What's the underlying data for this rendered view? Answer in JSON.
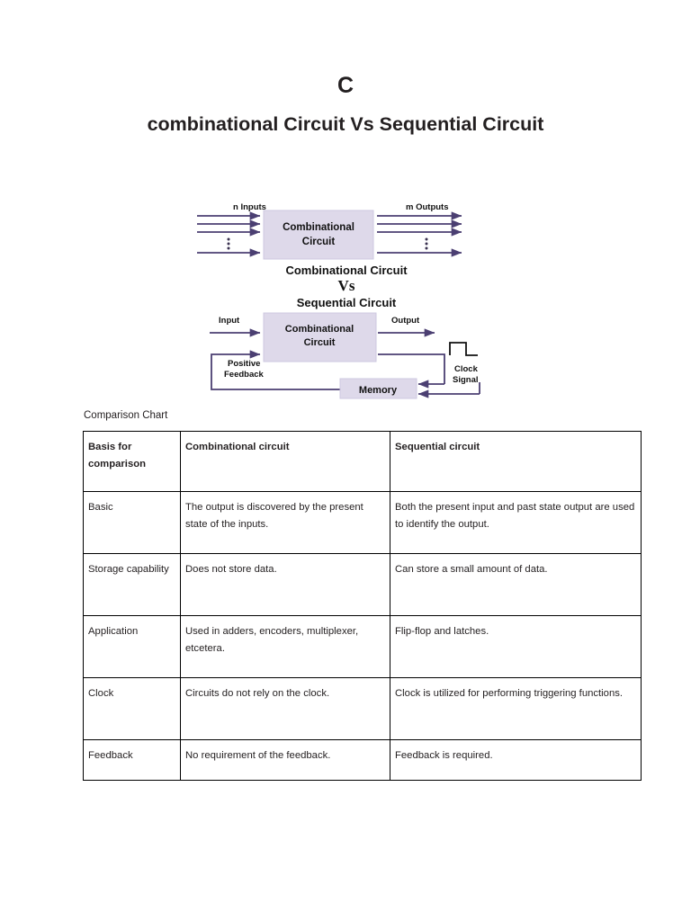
{
  "document": {
    "title_letter": "C",
    "title_main": "combinational Circuit Vs Sequential Circuit",
    "comparison_label": "Comparison Chart"
  },
  "figure": {
    "top_diagram": {
      "input_label": "n Inputs",
      "output_label": "m Outputs",
      "box_line1": "Combinational",
      "box_line2": "Circuit",
      "input_arrows": 4,
      "output_arrows": 4,
      "ellipsis": "vertical-dots"
    },
    "middle_caption": {
      "line1": "Combinational Circuit",
      "line2": "Vs",
      "line3": "Sequential Circuit"
    },
    "bottom_diagram": {
      "input_label": "Input",
      "output_label": "Output",
      "box_line1": "Combinational",
      "box_line2": "Circuit",
      "feedback_line1": "Positive",
      "feedback_line2": "Feedback",
      "memory_label": "Memory",
      "clock_line1": "Clock",
      "clock_line2": "Signal"
    },
    "colors": {
      "box_fill": "#ded9ea",
      "wire": "#4b3f72",
      "text": "#111111"
    }
  },
  "table": {
    "headers": [
      "Basis for comparison",
      "Combinational circuit",
      "Sequential circuit"
    ],
    "rows": [
      {
        "basis": "Basic",
        "combinational": "The output is discovered by the present state of the inputs.",
        "sequential": "Both the present input and past state output are used to identify the output."
      },
      {
        "basis": "Storage capability",
        "combinational": "Does not store data.",
        "sequential": "Can store a small amount of data."
      },
      {
        "basis": "Application",
        "combinational": "Used in adders, encoders, multiplexer, etcetera.",
        "sequential": "Flip-flop and latches."
      },
      {
        "basis": "Clock",
        "combinational": "Circuits do not rely on the clock.",
        "sequential": "Clock is utilized for performing triggering functions."
      },
      {
        "basis": "Feedback",
        "combinational": "No requirement of the feedback.",
        "sequential": "Feedback is required."
      }
    ]
  }
}
